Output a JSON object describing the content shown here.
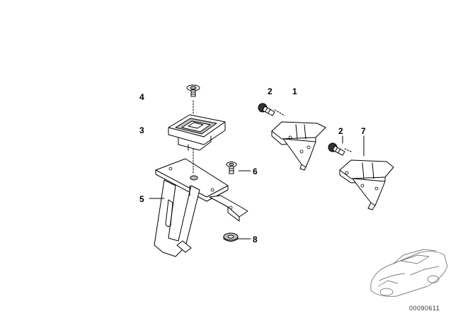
{
  "diagram": {
    "callouts": [
      {
        "id": "c4",
        "text": "4"
      },
      {
        "id": "c3",
        "text": "3"
      },
      {
        "id": "c5",
        "text": "5"
      },
      {
        "id": "c6",
        "text": "6"
      },
      {
        "id": "c8",
        "text": "8"
      },
      {
        "id": "c2a",
        "text": "2"
      },
      {
        "id": "c1",
        "text": "1"
      },
      {
        "id": "c2b",
        "text": "2"
      },
      {
        "id": "c7",
        "text": "7"
      }
    ],
    "catalog_number": "00090611"
  }
}
